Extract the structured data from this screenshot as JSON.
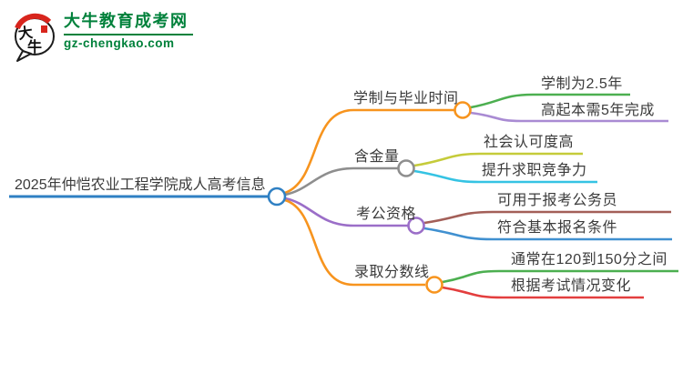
{
  "logo": {
    "mark_top_char": "大",
    "mark_bottom_char": "牛",
    "site_name": "大牛教育成考网",
    "site_url": "gz-chengkao.com",
    "brand_green": "#00813B",
    "seal_red": "#D8251D"
  },
  "mindmap": {
    "root": {
      "label": "2025年仲恺农业工程学院成人高考信息",
      "color": "#2F80C3"
    },
    "branches": [
      {
        "label": "学制与毕业时间",
        "color": "#F7941E",
        "children": [
          {
            "label": "学制为2.5年",
            "color": "#4CAF50"
          },
          {
            "label": "高起本需5年完成",
            "color": "#A98BD3"
          }
        ]
      },
      {
        "label": "含金量",
        "color": "#8E8E8E",
        "children": [
          {
            "label": "社会认可度高",
            "color": "#C5CB3A"
          },
          {
            "label": "提升求职竞争力",
            "color": "#35C3E3"
          }
        ]
      },
      {
        "label": "考公资格",
        "color": "#9B6EC8",
        "children": [
          {
            "label": "可用于报考公务员",
            "color": "#A35F58"
          },
          {
            "label": "符合基本报名条件",
            "color": "#4090D0"
          }
        ]
      },
      {
        "label": "录取分数线",
        "color": "#F7941E",
        "children": [
          {
            "label": "通常在120到150分之间",
            "color": "#4CAF50"
          },
          {
            "label": "根据考试情况变化",
            "color": "#E33E3E"
          }
        ]
      }
    ]
  }
}
